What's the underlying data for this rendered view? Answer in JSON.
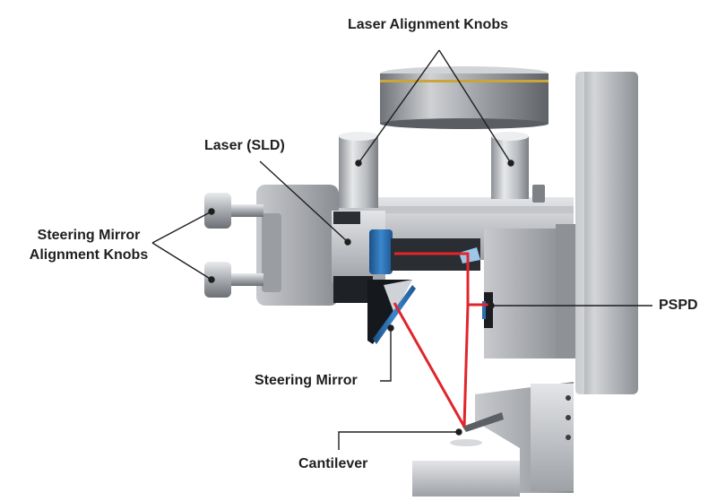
{
  "labels": {
    "laser_alignment_knobs": "Laser Alignment Knobs",
    "laser_sld": "Laser (SLD)",
    "steering_mirror_alignment_knobs_line1": "Steering Mirror",
    "steering_mirror_alignment_knobs_line2": "Alignment Knobs",
    "pspd": "PSPD",
    "steering_mirror": "Steering Mirror",
    "cantilever": "Cantilever"
  },
  "colors": {
    "laser_beam": "#e0252b",
    "metal_light": "#d9dbde",
    "metal_mid": "#a9acb1",
    "metal_dark": "#6b6e73",
    "gold_band": "#c9a53a",
    "mirror_blue": "#2a6fb0",
    "detector_dark": "#1d2024",
    "leader_line": "#1f1f1f"
  }
}
